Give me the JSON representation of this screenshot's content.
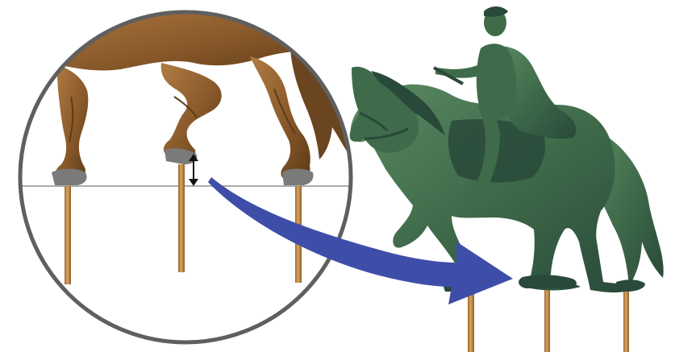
{
  "diagram": {
    "colors": {
      "background": "#ffffff",
      "magnifier_ring": "#5f5f5f",
      "magnifier_fill": "#ffffff",
      "ground_line": "#8f8f8f",
      "horse_brown": "#8a5a2b",
      "horse_brown_dark": "#5e3b17",
      "horse_brown_light": "#b07c44",
      "statue_green": "#3f6b4a",
      "statue_green_dark": "#29493a",
      "statue_green_light": "#5b8a63",
      "support_rod": "#c8924e",
      "support_rod_dark": "#9a6a31",
      "arrow_blue": "#3e4ea8",
      "gap_marker": "#111111"
    },
    "elements": [
      "magnifier-circle",
      "zoomed-horse-legs",
      "ground-line",
      "support-rods",
      "gap-double-arrow",
      "curved-pointer-arrow",
      "equestrian-statue"
    ]
  }
}
